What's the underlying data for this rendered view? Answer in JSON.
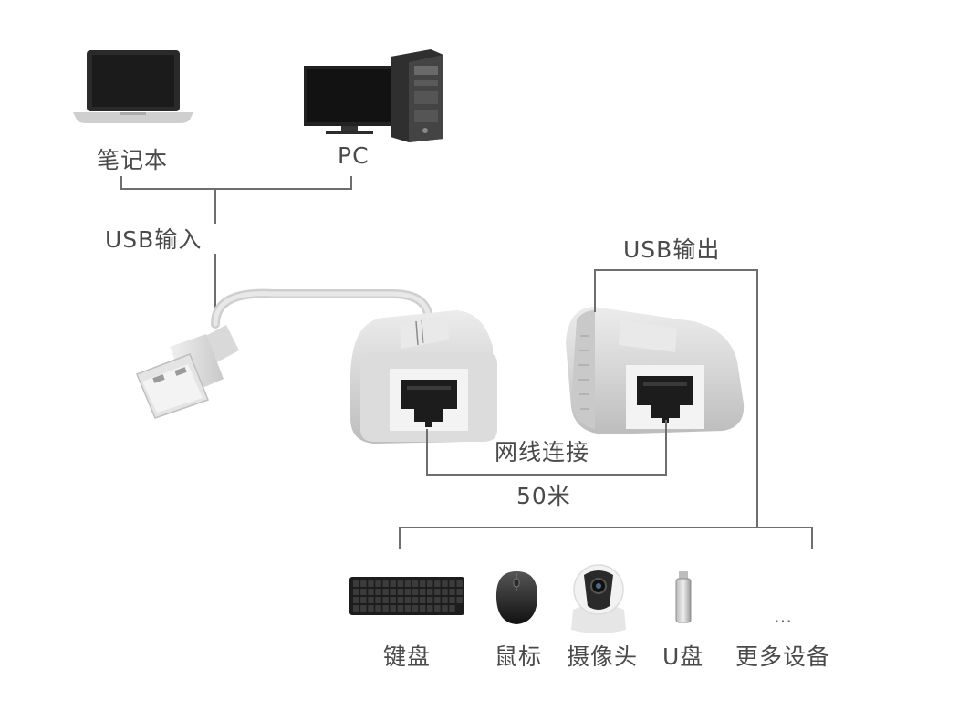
{
  "sources": {
    "laptop": "笔记本",
    "pc": "PC"
  },
  "usb_in": "USB输入",
  "usb_out": "USB输出",
  "link": {
    "label": "网线连接",
    "distance": "50米"
  },
  "devices": [
    {
      "label": "键盘",
      "icon": "keyboard-icon"
    },
    {
      "label": "鼠标",
      "icon": "mouse-icon"
    },
    {
      "label": "摄像头",
      "icon": "camera-icon"
    },
    {
      "label": "U盘",
      "icon": "usb-drive-icon"
    },
    {
      "label": "更多设备",
      "icon": "ellipsis-icon",
      "glyph": "…"
    }
  ],
  "colors": {
    "line": "#6e6e6e",
    "device_body": "#d7d7d7",
    "dark": "#1e1e1e"
  }
}
